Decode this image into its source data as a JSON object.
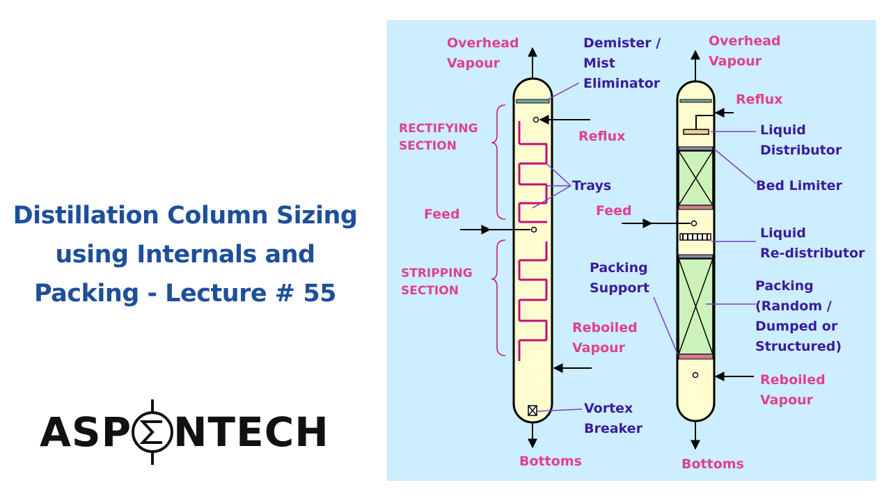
{
  "title": {
    "line1": "Distillation Column Sizing",
    "line2": "using Internals and",
    "line3": "Packing - Lecture # 55"
  },
  "logo": {
    "text_left": "ASP",
    "text_right": "NTECH",
    "symbol": "sigma-heat-exchanger-icon"
  },
  "colors": {
    "title_blue": "#1e4f9a",
    "diagram_bg": "#cdeefe",
    "column_fill": "#fffccf",
    "packing_fill": "#ccf2b9",
    "pink_label": "#e0418a",
    "purple_label": "#3b1b9e",
    "tray_magenta": "#c0107a"
  },
  "tray_column": {
    "overhead": [
      "Overhead",
      "Vapour"
    ],
    "demister": [
      "Demister /",
      "Mist",
      "Eliminator"
    ],
    "rectifying": [
      "RECTIFYING",
      "SECTION"
    ],
    "reflux": "Reflux",
    "trays": "Trays",
    "feed": "Feed",
    "stripping": [
      "STRIPPING",
      "SECTION"
    ],
    "reboiled": [
      "Reboiled",
      "Vapour"
    ],
    "vortex": [
      "Vortex",
      "Breaker"
    ],
    "bottoms": "Bottoms"
  },
  "packed_column": {
    "overhead": [
      "Overhead",
      "Vapour"
    ],
    "reflux": "Reflux",
    "liquid_distributor": [
      "Liquid",
      "Distributor"
    ],
    "bed_limiter": "Bed Limiter",
    "feed": "Feed",
    "redistributor": [
      "Liquid",
      "Re-distributor"
    ],
    "packing_support": [
      "Packing",
      "Support"
    ],
    "packing": [
      "Packing",
      "(Random /",
      "Dumped or",
      "Structured)"
    ],
    "reboiled": [
      "Reboiled",
      "Vapour"
    ],
    "bottoms": "Bottoms"
  }
}
